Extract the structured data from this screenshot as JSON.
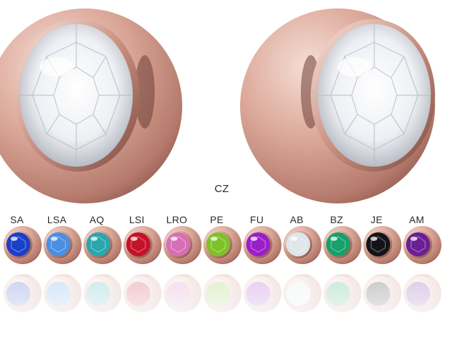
{
  "main_stone": {
    "code": "CZ",
    "color": "#e8ecf2",
    "ball_color": "#d9a89a"
  },
  "variants": [
    {
      "code": "SA",
      "color": "#1a3fc8"
    },
    {
      "code": "LSA",
      "color": "#4a8fe0"
    },
    {
      "code": "AQ",
      "color": "#2aa6ad"
    },
    {
      "code": "LSI",
      "color": "#c4122a"
    },
    {
      "code": "LRO",
      "color": "#d86fb5"
    },
    {
      "code": "PE",
      "color": "#7ec22a"
    },
    {
      "code": "FU",
      "color": "#9a1fc8"
    },
    {
      "code": "AB",
      "color": "#dfe6ea"
    },
    {
      "code": "BZ",
      "color": "#17a06a"
    },
    {
      "code": "JE",
      "color": "#141418"
    },
    {
      "code": "AM",
      "color": "#6a1f94"
    }
  ]
}
